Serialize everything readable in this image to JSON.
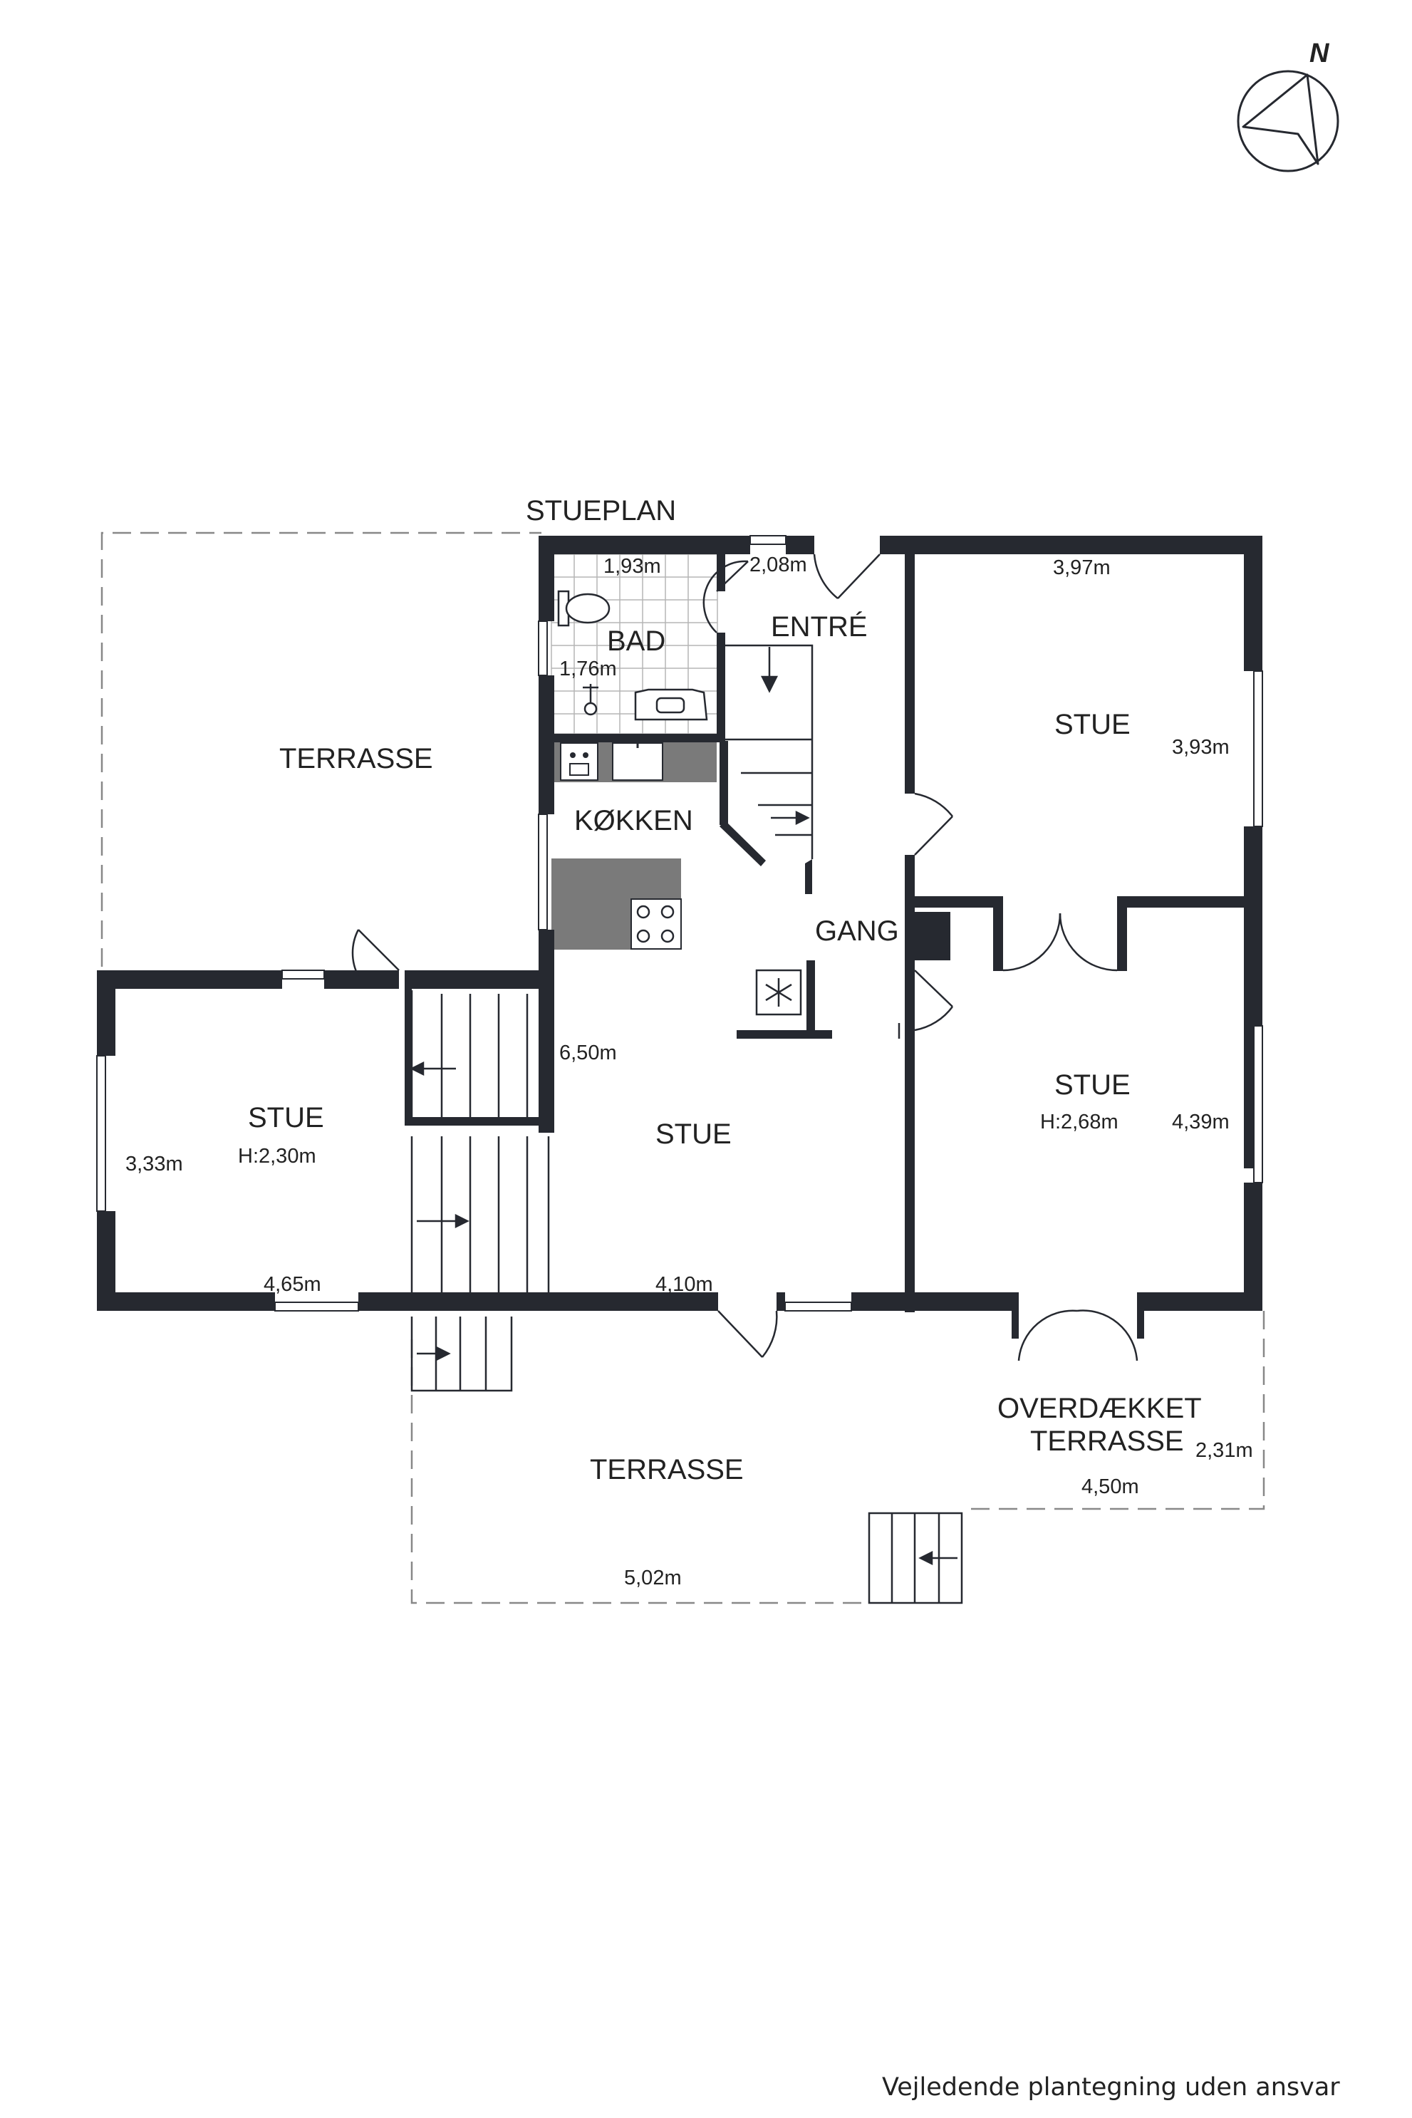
{
  "compass": {
    "north_label": "N"
  },
  "plan_title": "STUEPLAN",
  "rooms": {
    "terrasse_west": "TERRASSE",
    "bad": "BAD",
    "entre": "ENTRÉ",
    "koekken": "KØKKEN",
    "gang": "GANG",
    "stue_ne": "STUE",
    "stue_se": "STUE",
    "stue_se_height": "H:2,68m",
    "stue_center": "STUE",
    "stue_west": "STUE",
    "stue_west_height": "H:2,30m",
    "overdaekket_line1": "OVERDÆKKET",
    "overdaekket_line2": "TERRASSE",
    "terrasse_south": "TERRASSE"
  },
  "dimensions": {
    "bad_width": "1,93m",
    "bad_depth": "1,76m",
    "entre_width": "2,08m",
    "stue_ne_width": "3,97m",
    "stue_ne_depth": "3,93m",
    "stue_center_depth": "6,50m",
    "stue_center_width": "4,10m",
    "stue_se_depth": "4,39m",
    "stue_west_depth": "3,33m",
    "stue_west_width": "4,65m",
    "overdaekket_depth": "2,31m",
    "overdaekket_width": "4,50m",
    "terrasse_south_width": "5,02m"
  },
  "footer": "Vejledende plantegning uden ansvar",
  "colors": {
    "wall": "#262930",
    "fixture": "#7a7a7a",
    "window": "#9a9a9a",
    "dashed": "#888888"
  }
}
